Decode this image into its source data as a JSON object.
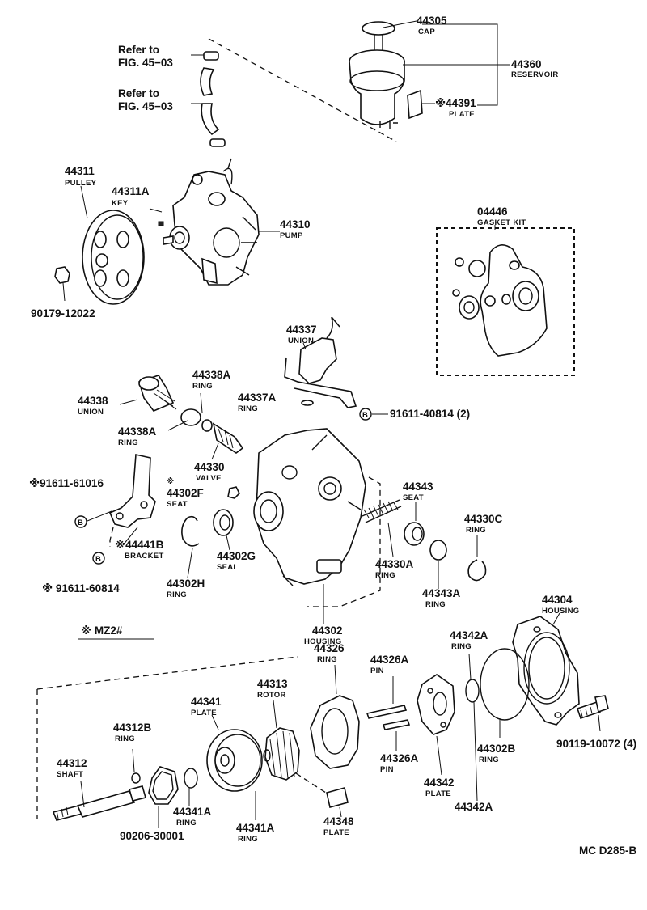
{
  "diagram": {
    "footer_code": "MC D285-B",
    "variant_note": "※  MZ2#",
    "b_marker": "B",
    "refs": [
      {
        "line1": "Refer to",
        "line2": "FIG. 45−03"
      },
      {
        "line1": "Refer to",
        "line2": "FIG. 45−03"
      }
    ],
    "parts": {
      "cap": {
        "number": "44305",
        "name": "CAP"
      },
      "reservoir": {
        "number": "44360",
        "name": "RESERVOIR"
      },
      "plate_res": {
        "number": "※44391",
        "name": "PLATE"
      },
      "pulley": {
        "number": "44311",
        "name": "PULLEY"
      },
      "key": {
        "number": "44311A",
        "name": "KEY"
      },
      "pump": {
        "number": "44310",
        "name": "PUMP"
      },
      "nut_pulley": {
        "number": "90179-12022"
      },
      "gasket_kit": {
        "number": "04446",
        "name": "GASKET KIT"
      },
      "union_top": {
        "number": "44337",
        "name": "UNION"
      },
      "ring_44337a": {
        "number": "44337A",
        "name": "RING"
      },
      "bolt_40814": {
        "number": "91611-40814 (2)"
      },
      "ring_44338a_top": {
        "number": "44338A",
        "name": "RING"
      },
      "union_44338": {
        "number": "44338",
        "name": "UNION"
      },
      "ring_44338a_bot": {
        "number": "44338A",
        "name": "RING"
      },
      "valve": {
        "number": "44330",
        "name": "VALVE"
      },
      "bolt_61016": {
        "number": "※91611-61016"
      },
      "seat_44302f": {
        "number": "44302F",
        "name": "SEAT",
        "star": "※"
      },
      "bracket": {
        "number": "※44441B",
        "name": "BRACKET"
      },
      "bolt_60814": {
        "number": "※ 91611-60814"
      },
      "seal_44302g": {
        "number": "44302G",
        "name": "SEAL"
      },
      "ring_44302h": {
        "number": "44302H",
        "name": "RING"
      },
      "seat_44343": {
        "number": "44343",
        "name": "SEAT"
      },
      "ring_44330c": {
        "number": "44330C",
        "name": "RING"
      },
      "ring_44330a": {
        "number": "44330A",
        "name": "RING"
      },
      "ring_44343a": {
        "number": "44343A",
        "name": "RING"
      },
      "housing_front": {
        "number": "44302",
        "name": "HOUSING"
      },
      "housing_rear": {
        "number": "44304",
        "name": "HOUSING"
      },
      "ring_44326": {
        "number": "44326",
        "name": "RING"
      },
      "pin_44326a_top": {
        "number": "44326A",
        "name": "PIN"
      },
      "ring_44342a_top": {
        "number": "44342A",
        "name": "RING"
      },
      "rotor": {
        "number": "44313",
        "name": "ROTOR"
      },
      "plate_44341": {
        "number": "44341",
        "name": "PLATE"
      },
      "ring_44312b": {
        "number": "44312B",
        "name": "RING"
      },
      "shaft": {
        "number": "44312",
        "name": "SHAFT"
      },
      "ring_44302b": {
        "number": "44302B",
        "name": "RING"
      },
      "bolt_10072": {
        "number": "90119-10072 (4)"
      },
      "pin_44326a_bot": {
        "number": "44326A",
        "name": "PIN"
      },
      "plate_44342": {
        "number": "44342",
        "name": "PLATE"
      },
      "ring_44342a_bot": {
        "number": "44342A"
      },
      "ring_44341a_left": {
        "number": "44341A",
        "name": "RING"
      },
      "ring_44341a_right": {
        "number": "44341A",
        "name": "RING"
      },
      "plate_44348": {
        "number": "44348",
        "name": "PLATE"
      },
      "gasket_30001": {
        "number": "90206-30001"
      }
    }
  }
}
